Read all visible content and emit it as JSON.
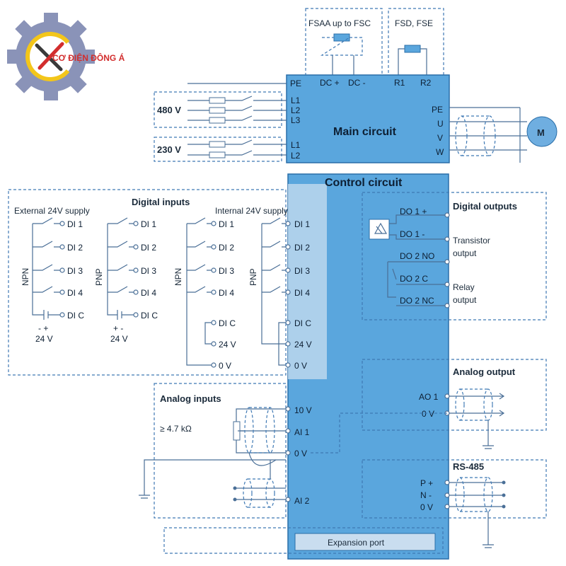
{
  "logo": {
    "text": "CƠ ĐIỆN ĐÔNG Á"
  },
  "colors": {
    "block_fill": "#5aa6dd",
    "block_edge": "#2a6ea8",
    "panel_fill": "#c9ddef",
    "wire": "#4a6f97",
    "motor": "#6faee0"
  },
  "brake": {
    "fsaa_label": "FSAA up to FSC",
    "fsd_label": "FSD, FSE",
    "dc_plus": "DC +",
    "dc_minus": "DC -",
    "r1": "R1",
    "r2": "R2"
  },
  "main": {
    "title": "Main circuit",
    "pe": "PE",
    "v480": "480 V",
    "v230": "230 V",
    "inputs_480": [
      "L1",
      "L2",
      "L3"
    ],
    "inputs_230": [
      "L1",
      "L2"
    ],
    "outputs": [
      "PE",
      "U",
      "V",
      "W"
    ],
    "motor": "M"
  },
  "control": {
    "title": "Control circuit",
    "digital_inputs": {
      "title": "Digital inputs",
      "external": "External 24V supply",
      "internal": "Internal 24V supply",
      "npn": "NPN",
      "pnp": "PNP",
      "di": [
        "DI 1",
        "DI 2",
        "DI 3",
        "DI 4",
        "DI C"
      ],
      "ext_npn_pol": "-  +",
      "ext_pnp_pol": "+  -",
      "volt": "24 V",
      "int_terms": [
        "DI C",
        "24 V",
        "0 V"
      ]
    },
    "block_left": [
      "DI 1",
      "DI 2",
      "DI 3",
      "DI 4",
      "DI C",
      "24 V",
      "0 V"
    ],
    "analog_inputs": {
      "title": "Analog inputs",
      "pot": "≥ 4.7 kΩ",
      "terms": [
        "10 V",
        "AI 1",
        "0 V",
        "AI 2"
      ]
    },
    "digital_outputs": {
      "title": "Digital outputs",
      "terms": [
        "DO 1 +",
        "DO 1 -",
        "DO 2 NO",
        "DO 2 C",
        "DO 2 NC"
      ],
      "transistor_1": "Transistor",
      "transistor_2": "output",
      "relay_1": "Relay",
      "relay_2": "output"
    },
    "analog_output": {
      "title": "Analog output",
      "terms": [
        "AO 1",
        "0 V"
      ]
    },
    "rs485": {
      "title": "RS-485",
      "terms": [
        "P +",
        "N -",
        "0 V"
      ]
    },
    "expansion": "Expansion port"
  }
}
